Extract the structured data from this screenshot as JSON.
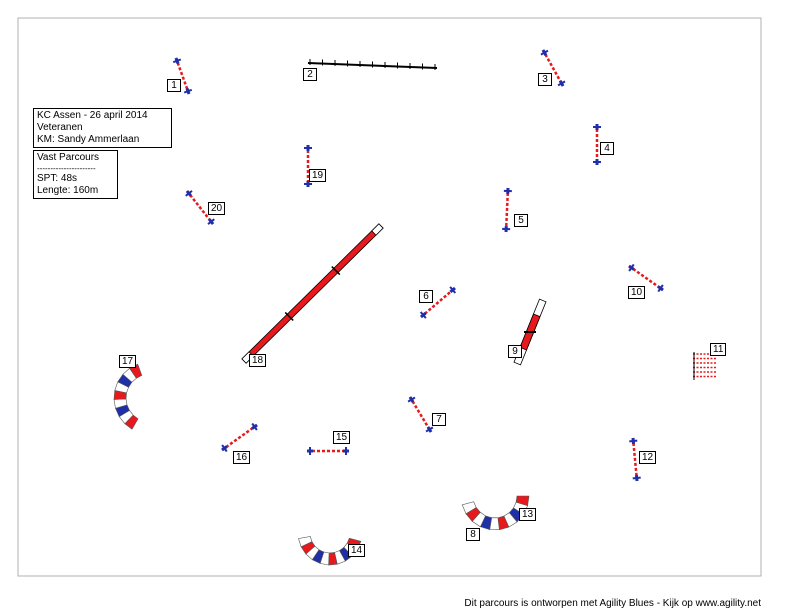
{
  "info": {
    "event": "KC Assen - 26 april 2014",
    "class": "Veteranen",
    "judge": "KM: Sandy Ammerlaan",
    "course_type": "Vast Parcours",
    "divider": "----------------------",
    "spt": "SPT:  48s",
    "length": "Lengte: 160m"
  },
  "obstacles": [
    {
      "number": "1",
      "type": "hurdle"
    },
    {
      "number": "2",
      "type": "walk"
    },
    {
      "number": "3",
      "type": "hurdle"
    },
    {
      "number": "4",
      "type": "hurdle"
    },
    {
      "number": "5",
      "type": "hurdle"
    },
    {
      "number": "6",
      "type": "hurdle"
    },
    {
      "number": "7",
      "type": "hurdle"
    },
    {
      "number": "8",
      "type": "tunnel"
    },
    {
      "number": "9",
      "type": "seesaw"
    },
    {
      "number": "10",
      "type": "hurdle"
    },
    {
      "number": "11",
      "type": "weave"
    },
    {
      "number": "12",
      "type": "hurdle"
    },
    {
      "number": "13",
      "type": "tunnel"
    },
    {
      "number": "14",
      "type": "tunnel"
    },
    {
      "number": "15",
      "type": "hurdle"
    },
    {
      "number": "16",
      "type": "hurdle"
    },
    {
      "number": "17",
      "type": "tunnel"
    },
    {
      "number": "18",
      "type": "dogwalk"
    },
    {
      "number": "19",
      "type": "hurdle"
    },
    {
      "number": "20",
      "type": "hurdle"
    }
  ],
  "footer": "Dit parcours is ontworpen met Agility Blues - Kijk op www.agility.net",
  "colors": {
    "red": "#e8191c",
    "blue": "#1f2fa8",
    "border": "#b0b0b0"
  }
}
